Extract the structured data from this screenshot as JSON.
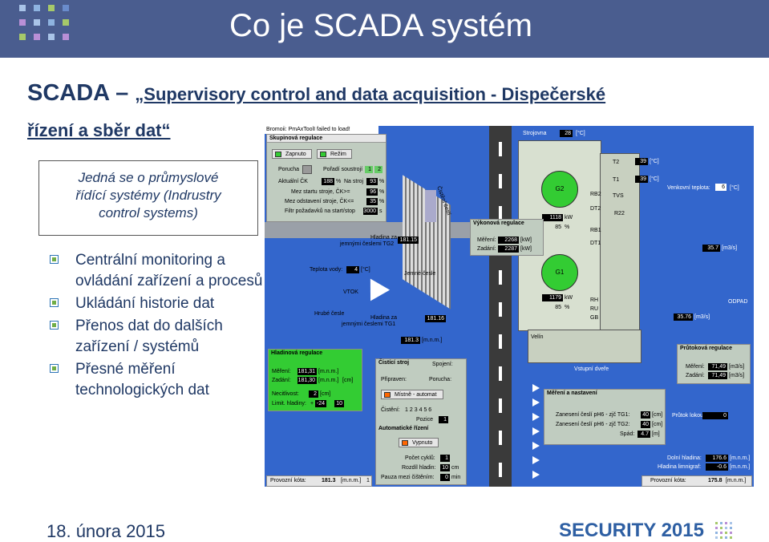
{
  "slide": {
    "title": "Co je SCADA systém",
    "subtitle_part1": "SCADA – ",
    "subtitle_part2": "„Supervisory control and data acquisition - Dispečerské",
    "subtitle_line2": "řízení a sběr dat“",
    "box_text": [
      "Jedná se o průmyslové",
      "řídící systémy (Indrustry",
      "control systems)"
    ],
    "bullets": [
      "Centrální monitoring a ovládání zařízení a procesů",
      "Ukládání historie dat",
      "Přenos dat do dalších zařízení / systémů",
      "Přesné měření technologických dat"
    ],
    "footer_date": "18. února 2015",
    "footer_brand": "SECURITY 2015",
    "colors": {
      "header_bg": "#4a5d8f",
      "text_dark": "#1f3864",
      "accent_blue": "#2e75b6",
      "accent_green": "#70ad47",
      "water": "#3366cc"
    }
  },
  "scada": {
    "topbar": "Bromoii: PmAxToolI failed to load!",
    "group_panel": {
      "title": "Skupinová regulace",
      "btn_zapnuto": "Zapnuto",
      "btn_rezim": "Režim",
      "porucha": "Porucha",
      "poradi": "Pořadí soustrojí",
      "poradi_vals": [
        "1",
        "2"
      ],
      "aktualni_ck": "Aktuální ČK",
      "aktualni_ck_val": "188",
      "aktualni_ck_unit": "%",
      "na_stroj": "Na stroj",
      "na_stroj_val": "93",
      "na_stroj_unit": "%",
      "mez_startu": "Mez startu stroje, ČK>=",
      "mez_startu_val": "96",
      "mez_odstaveni": "Mez odstavení stroje, ČK<=",
      "mez_odstaveni_val": "35",
      "filtr": "Filtr požadavků na start/stop",
      "filtr_val": "3000",
      "filtr_unit": "s",
      "unit_pct": "%"
    },
    "strojovna": "Strojovna",
    "strojovna_val": "28",
    "strojovna_unit": "[°C]",
    "t2": "T2",
    "t2_val": "39",
    "t1": "T1",
    "t1_val": "39",
    "temp_unit": "[°C]",
    "venkovni": "Venkovní teplota:",
    "venkovni_val": "6",
    "venkovni_unit": "[°C]",
    "vykonova": {
      "title": "Výkonová regulace",
      "mereni": "Měření:",
      "mereni_val": "2268",
      "zadani": "Zadání:",
      "zadani_val": "2287",
      "unit": "[kW]"
    },
    "g2": "G2",
    "g2_kw": "1118",
    "g2_pct": "85",
    "g1": "G1",
    "g1_kw": "1179",
    "g1_pct": "85",
    "kw": "kW",
    "pct": "%",
    "rb2": "RB2",
    "dt2": "DT2",
    "tvs": "TVS",
    "r22": "R22",
    "rb1": "RB1",
    "dt1": "DT1",
    "rh": "RH",
    "ru": "RU",
    "gb": "GB",
    "velin": "Velín",
    "vstupni": "Vstupní dveře",
    "hladina_tg2": "Hladina za",
    "hladina_tg2_b": "jemnými česlemi TG2",
    "hladina_tg2_val": "181.15",
    "hladina_tg1": "Hladina za",
    "hladina_tg1_b": "jemnými česlemi TG1",
    "hladina_tg1_val": "181.16",
    "val_1813": "181.3",
    "unit_mnm": "[m.n.m.]",
    "teplota_vody": "Teplota vody:",
    "teplota_vody_val": "4",
    "teplota_vody_unit": "[°C]",
    "vtok": "VTOK",
    "jemne_cesle": "Jemné česle",
    "hrube_cesle": "Hrubé česle",
    "cisteni": "Čistění česlí",
    "val_357": "35.7",
    "unit_ms": "[m3/s]",
    "odpad": "ODPAD",
    "val_3576": "35.76",
    "hladinova": {
      "title": "Hladinová regulace",
      "mereni": "Měření:",
      "mereni_val": "181,31",
      "zadani": "Zadání:",
      "zadani_val": "181,30",
      "unit_mnm": "[m.n.m.]",
      "unit_cm": "[cm]",
      "necitlivost": "Necitlivost:",
      "necitlivost_val": "2",
      "limit": "Limit. hladiny:",
      "limit_val_a": "-24",
      "limit_val_b": "10",
      "plus": "+"
    },
    "cistici": {
      "title": "Čistící stroj",
      "spojeni": "Spojení:",
      "pripraven": "Připraven:",
      "porucha": "Porucha:",
      "mistne": "Místně - automat",
      "cisteni": "Čistění:",
      "cisteni_vals": [
        "1",
        "2",
        "3",
        "4",
        "5",
        "6"
      ],
      "pozice": "Pozice",
      "pozice_val": "1",
      "automaticke": "Automatické řízení",
      "vypnuto": "Vypnuto",
      "pocet": "Počet cyklů:",
      "pocet_val": "1",
      "rozdil": "Rozdíl hladin:",
      "rozdil_val": "10",
      "rozdil_unit": "cm",
      "pauza": "Pauza mezi čištěním:",
      "pauza_val": "0",
      "pauza_unit": "min"
    },
    "mereni_nastaveni": {
      "title": "Měření a nastavení",
      "zaneseni1": "Zanesení česlí pH6 - zjč TG1:",
      "zaneseni1_val": "40",
      "zaneseni2": "Zanesení česlí pH6 - zjč TG2:",
      "zaneseni2_val": "40",
      "spad": "Spád:",
      "spad_val": "4.7",
      "unit_cm": "[cm]",
      "unit_m": "[m]"
    },
    "prutokova": {
      "title": "Průtoková regulace",
      "mereni": "Měření:",
      "mereni_val": "71,49",
      "zadani": "Zadání:",
      "zadani_val": "71,49",
      "unit": "[m3/s]"
    },
    "prutok_lokou": "Průtok lokou:",
    "prutok_lokou_val": "0",
    "dolni_hladina": "Dolní hladina:",
    "dolni_hladina_val": "176.6",
    "hladina_limnigraf": "Hladina limnigraf:",
    "hladina_limnigraf_val": "-0.6",
    "provozni_kota1": "Provozní kóta:",
    "provozni_kota1_val": "181.3",
    "provozni_kota2": "Provozní kóta:",
    "provozni_kota2_val": "175.8",
    "provozni_unit": "[m.n.m.]",
    "one": "1"
  }
}
